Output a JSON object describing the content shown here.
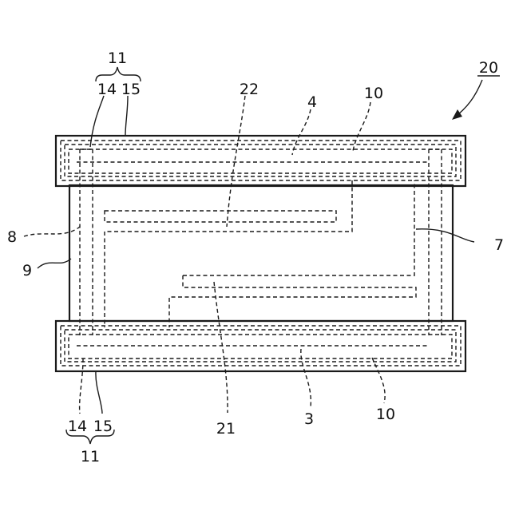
{
  "labels": {
    "ref_20": "20",
    "ref_11_top": "11",
    "ref_14_top": "14",
    "ref_15_top": "15",
    "ref_22": "22",
    "ref_4": "4",
    "ref_10_top": "10",
    "ref_8": "8",
    "ref_9": "9",
    "ref_7": "7",
    "ref_14_bottom": "14",
    "ref_15_bottom": "15",
    "ref_11_bottom": "11",
    "ref_21": "21",
    "ref_3": "3",
    "ref_10_bottom": "10"
  }
}
